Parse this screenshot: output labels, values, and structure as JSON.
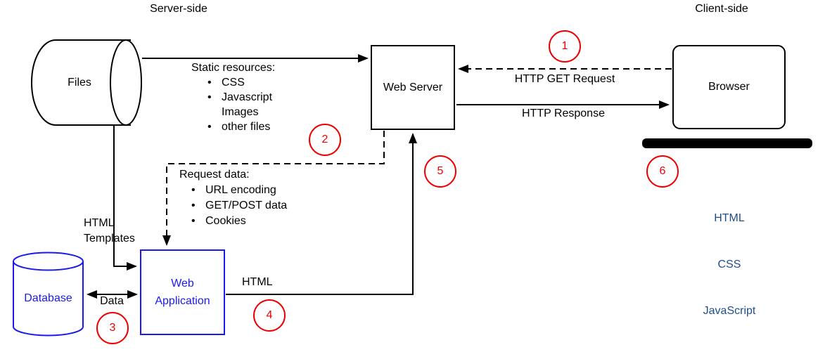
{
  "titles": {
    "server_side": "Server-side",
    "client_side": "Client-side"
  },
  "nodes": {
    "files": "Files",
    "web_server": "Web Server",
    "browser": "Browser",
    "database": "Database",
    "web_application": "Web Application"
  },
  "annotations": {
    "static_resources": {
      "title": "Static resources:",
      "items": [
        {
          "bullet": true,
          "text": "CSS"
        },
        {
          "bullet": true,
          "text": "Javascript"
        },
        {
          "bullet": false,
          "text": "Images"
        },
        {
          "bullet": true,
          "text": "other files"
        }
      ]
    },
    "request_data": {
      "title": "Request data:",
      "items": [
        {
          "bullet": true,
          "text": "URL encoding"
        },
        {
          "bullet": true,
          "text": "GET/POST data"
        },
        {
          "bullet": true,
          "text": "Cookies"
        }
      ]
    },
    "http_get_request": "HTTP GET Request",
    "http_response": "HTTP Response",
    "html_templates": "HTML Templates",
    "data": "Data",
    "html": "HTML",
    "client_stack": [
      "HTML",
      "CSS",
      "JavaScript"
    ]
  },
  "steps": [
    "1",
    "2",
    "3",
    "4",
    "5",
    "6"
  ],
  "chars": {
    "bullet": "•"
  },
  "colors": {
    "node_blue": "#1a1aee",
    "client_stack_blue": "#1f4e8c",
    "step_red": "#ee0000",
    "line_black": "#000000",
    "background": "#ffffff"
  }
}
